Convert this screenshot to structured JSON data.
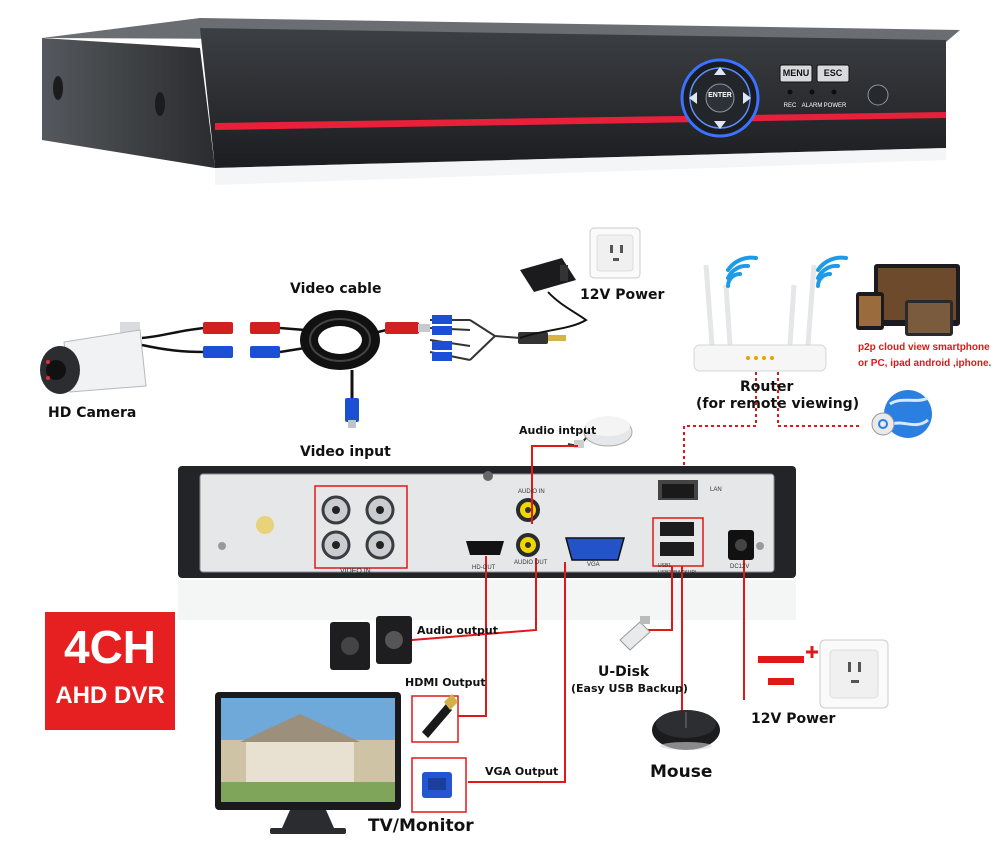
{
  "dvr_front": {
    "buttons": [
      "MENU",
      "ESC"
    ],
    "enter_label": "ENTER",
    "leds": [
      "REC",
      "ALARM",
      "POWER"
    ]
  },
  "labels": {
    "video_cable": "Video cable",
    "power_12v_top": "12V Power",
    "hd_camera": "HD Camera",
    "video_input": "Video input",
    "router_line1": "Router",
    "router_line2": "(for remote viewing)",
    "p2p_line1": "p2p cloud  view smartphone",
    "p2p_line2": "or PC, ipad android ,iphone.",
    "audio_input": "Audio intput",
    "audio_output": "Audio output",
    "hdmi_output": "HDMI Output",
    "vga_output": "VGA Output",
    "udisk_line1": "U-Disk",
    "udisk_line2": "(Easy USB Backup)",
    "mouse": "Mouse",
    "power_12v_bottom": "12V Power",
    "tv_monitor": "TV/Monitor"
  },
  "dvr_rear": {
    "video_in": "VIDEO IN",
    "audio_in": "AUDIO IN",
    "audio_out": "AUDIO OUT",
    "hd_out": "HD-OUT",
    "vga": "VGA",
    "lan": "LAN",
    "usb1": "USB1",
    "usb2": "USB2 (BACKUP)",
    "dc12v": "DC12V"
  },
  "badge": {
    "line1": "4CH",
    "line2": "AHD DVR"
  },
  "colors": {
    "accent": "#e01818",
    "device_dark": "#2b2d30",
    "connector_blue": "#1b4fd6"
  }
}
